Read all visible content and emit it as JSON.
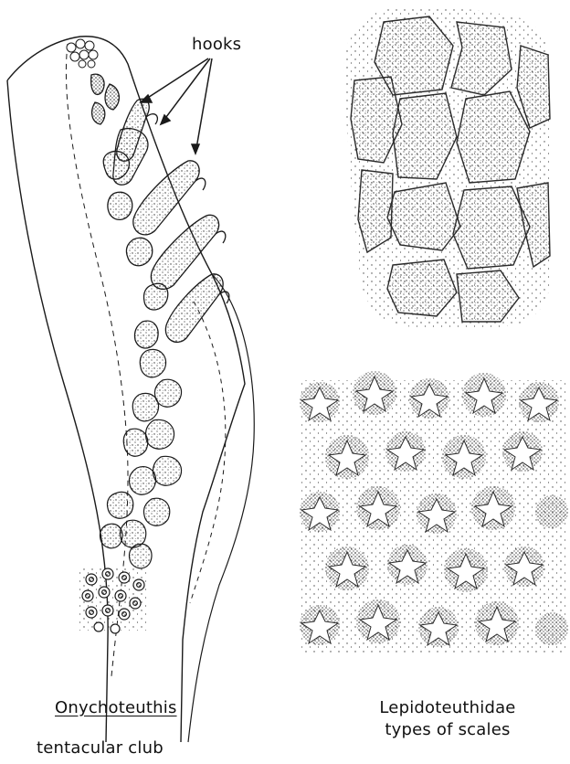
{
  "labels": {
    "hooks": "hooks",
    "genus": "Onychoteuthis",
    "club": "tentacular club",
    "family": "Lepidoteuthidae",
    "scales": "types of scales"
  },
  "colors": {
    "ink": "#1a1a1a",
    "stipple": "#3a3a3a",
    "background": "#ffffff"
  },
  "icons": [
    "tentacle-club-drawing",
    "hook-arrow",
    "polygonal-scales-drawing",
    "star-scales-drawing"
  ]
}
